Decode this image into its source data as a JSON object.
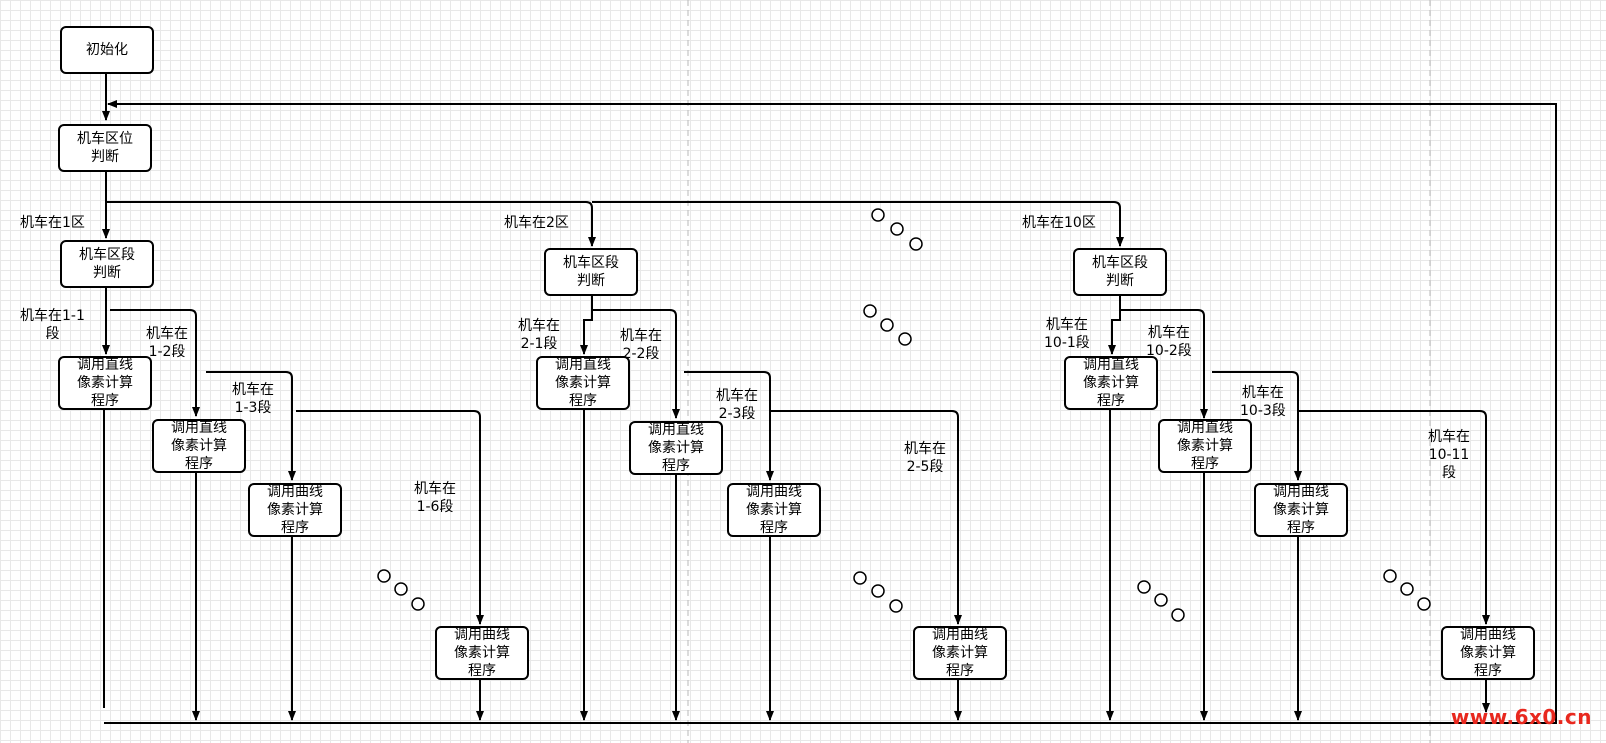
{
  "nodes": {
    "init": "初始化",
    "zone_judge": "机车区位\n判断",
    "seg_judge_1": "机车区段\n判断",
    "seg_judge_2": "机车区段\n判断",
    "seg_judge_10": "机车区段\n判断",
    "z1_s1": "调用直线\n像素计算\n程序",
    "z1_s2": "调用直线\n像素计算\n程序",
    "z1_s3": "调用曲线\n像素计算\n程序",
    "z1_s6": "调用曲线\n像素计算\n程序",
    "z2_s1": "调用直线\n像素计算\n程序",
    "z2_s2": "调用直线\n像素计算\n程序",
    "z2_s3": "调用曲线\n像素计算\n程序",
    "z2_s5": "调用曲线\n像素计算\n程序",
    "z10_s1": "调用直线\n像素计算\n程序",
    "z10_s2": "调用直线\n像素计算\n程序",
    "z10_s3": "调用曲线\n像素计算\n程序",
    "z10_s11": "调用曲线\n像素计算\n程序"
  },
  "labels": {
    "zone1": "机车在1区",
    "zone2": "机车在2区",
    "zone10": "机车在10区",
    "z1_s1": "机车在1-1\n段",
    "z1_s2": "机车在\n1-2段",
    "z1_s3": "机车在\n1-3段",
    "z1_s6": "机车在\n1-6段",
    "z2_s1": "机车在\n2-1段",
    "z2_s2": "机车在\n2-2段",
    "z2_s3": "机车在\n2-3段",
    "z2_s5": "机车在\n2-5段",
    "z10_s1": "机车在\n10-1段",
    "z10_s2": "机车在\n10-2段",
    "z10_s3": "机车在\n10-3段",
    "z10_s11": "机车在\n10-11\n段"
  },
  "watermark": "www.6x0.cn",
  "colors": {
    "line": "#000000",
    "grid": "#e8e8e8",
    "watermark": "#e8281e"
  }
}
